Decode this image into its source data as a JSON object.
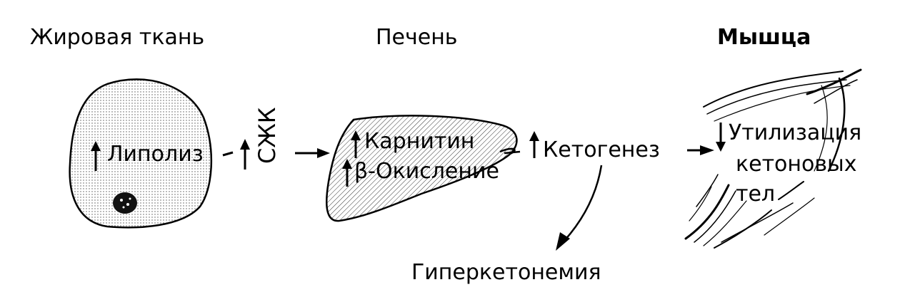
{
  "headings": {
    "adipose": "Жировая ткань",
    "liver": "Печень",
    "muscle": "Мышца"
  },
  "labels": {
    "lipolysis": "Липолиз",
    "nefa": "СЖК",
    "carnitine": "Карнитин",
    "beta_oxidation": "β-Окисление",
    "ketogenesis": "Кетогенез",
    "utilization_line1": "Утилизация",
    "utilization_line2": "кетоновых",
    "utilization_line3": "тел",
    "hyperketonemia": "Гиперкетонемия"
  }
}
